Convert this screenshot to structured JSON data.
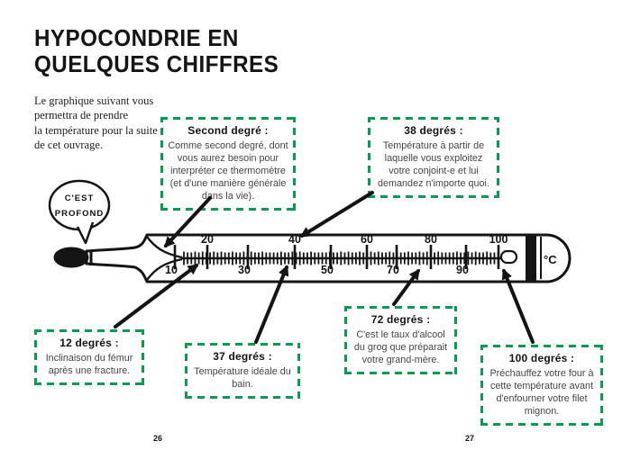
{
  "page": {
    "title_lines": [
      "HYPOCONDRIE EN",
      "QUELQUES CHIFFRES"
    ],
    "intro_lines": [
      "Le graphique suivant vous",
      "permettra de prendre",
      "la température pour la suite",
      "de cet ouvrage."
    ],
    "page_number_left": "26",
    "page_number_right": "27"
  },
  "speech_bubble": {
    "line1": "C'EST",
    "line2": "PROFOND"
  },
  "thermometer": {
    "unit_label": "°C",
    "scale_labels": [
      "10",
      "20",
      "30",
      "40",
      "50",
      "60",
      "70",
      "80",
      "90",
      "100"
    ]
  },
  "callouts": {
    "second_degre": {
      "title": "Second degré :",
      "body": "Comme second degré, dont vous aurez besoin pour interpréter ce thermomètre (et d'une manière générale dans la vie)."
    },
    "deg38": {
      "title": "38 degrés :",
      "body": "Température à partir de laquelle vous exploitez votre conjoint-e et lui demandez n'importe quoi."
    },
    "deg12": {
      "title": "12 degrés :",
      "body": "Inclinaison du fémur après une fracture."
    },
    "deg37": {
      "title": "37 degrés :",
      "body": "Température idéale du bain."
    },
    "deg72": {
      "title": "72 degrés :",
      "body": "C'est le taux d'alcool du grog que préparait votre grand-mère."
    },
    "deg100": {
      "title": "100 degrés :",
      "body": "Préchauffez votre four à cette température avant d'enfourner votre filet mignon."
    }
  },
  "colors": {
    "accent_green": "#0a9b52",
    "ink": "#141414",
    "body_text": "#454545"
  }
}
